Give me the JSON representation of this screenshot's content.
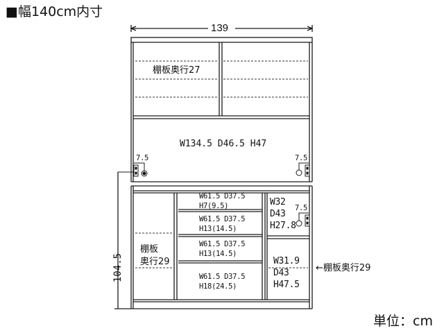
{
  "header": {
    "title": "■幅140cm内寸",
    "unit_label": "単位：cm"
  },
  "dimensions": {
    "overall_width": "139",
    "lower_height": "104.5"
  },
  "upper_cabinet": {
    "shelf_label": "棚板奥行27",
    "open_space_label": "W134.5 D46.5 H47",
    "pin_left_offset": "7.5",
    "pin_right_offset": "7.5"
  },
  "lower_cabinet": {
    "left_section": {
      "shelf_label_line1": "棚板",
      "shelf_label_line2": "奥行29"
    },
    "drawers": [
      {
        "line1": "W61.5 D37.5",
        "line2": "H7(9.5)"
      },
      {
        "line1": "W61.5 D37.5",
        "line2": "H13(14.5)"
      },
      {
        "line1": "W61.5 D37.5",
        "line2": "H13(14.5)"
      },
      {
        "line1": "W61.5 D37.5",
        "line2": "H18(24.5)"
      }
    ],
    "right_upper": {
      "w": "W32",
      "d": "D43",
      "h": "H27.8",
      "pin_offset": "7.5"
    },
    "right_lower": {
      "w": "W31.9",
      "d": "D43",
      "h": "H47.5"
    },
    "right_shelf_callout": "←棚板奥行29"
  },
  "colors": {
    "line": "#1a1a1a",
    "background": "#ffffff",
    "dashed": "#333333"
  }
}
